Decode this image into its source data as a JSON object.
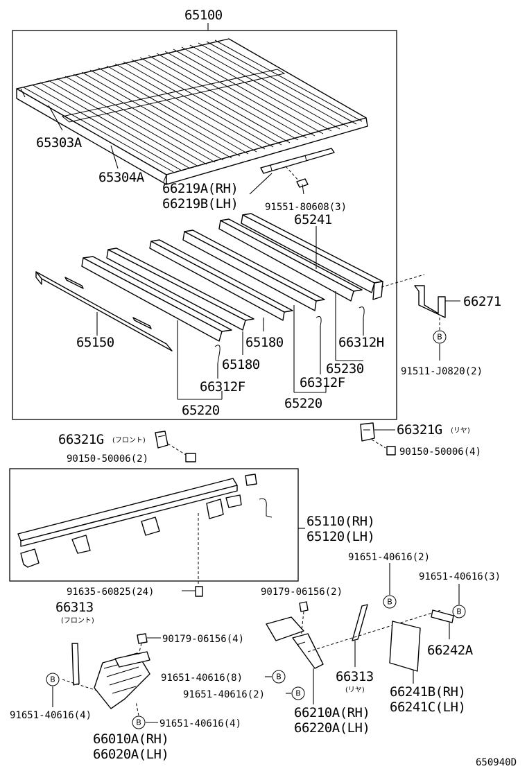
{
  "figure_code": "650940D",
  "callout_symbol": "B",
  "labels": {
    "l_65100": "65100",
    "l_65303A": "65303A",
    "l_65304A": "65304A",
    "l_66219A": "66219A(RH)",
    "l_66219B": "66219B(LH)",
    "l_91551": "91551-80608(3)",
    "l_65241": "65241",
    "l_66271": "66271",
    "l_65150": "65150",
    "l_65180a": "65180",
    "l_65180b": "65180",
    "l_66312H": "66312H",
    "l_65230": "65230",
    "l_91511": "91511-J0820(2)",
    "l_66312Fa": "66312F",
    "l_66312Fb": "66312F",
    "l_65220a": "65220",
    "l_65220b": "65220",
    "l_66321G_front": "66321G",
    "l_66321G_front_sub": "(フロント)",
    "l_66321G_rear": "66321G",
    "l_66321G_rear_sub": "(リヤ)",
    "l_90150a": "90150-50006(2)",
    "l_90150b": "90150-50006(4)",
    "l_65110": "65110(RH)",
    "l_65120": "65120(LH)",
    "l_91651_2": "91651-40616(2)",
    "l_91651_3": "91651-40616(3)",
    "l_91635": "91635-60825(24)",
    "l_90179a": "90179-06156(2)",
    "l_66313_front": "66313",
    "l_66313_front_sub": "(フロント)",
    "l_90179b": "90179-06156(4)",
    "l_66242A": "66242A",
    "l_91651_8": "91651-40616(8)",
    "l_66313_rear": "66313",
    "l_66313_rear_sub": "(リヤ)",
    "l_91651_2b": "91651-40616(2)",
    "l_66241B": "66241B(RH)",
    "l_66241C": "66241C(LH)",
    "l_91651_4a": "91651-40616(4)",
    "l_91651_4b": "91651-40616(4)",
    "l_66210A": "66210A(RH)",
    "l_66220A": "66220A(LH)",
    "l_66010A": "66010A(RH)",
    "l_66020A": "66020A(LH)"
  }
}
